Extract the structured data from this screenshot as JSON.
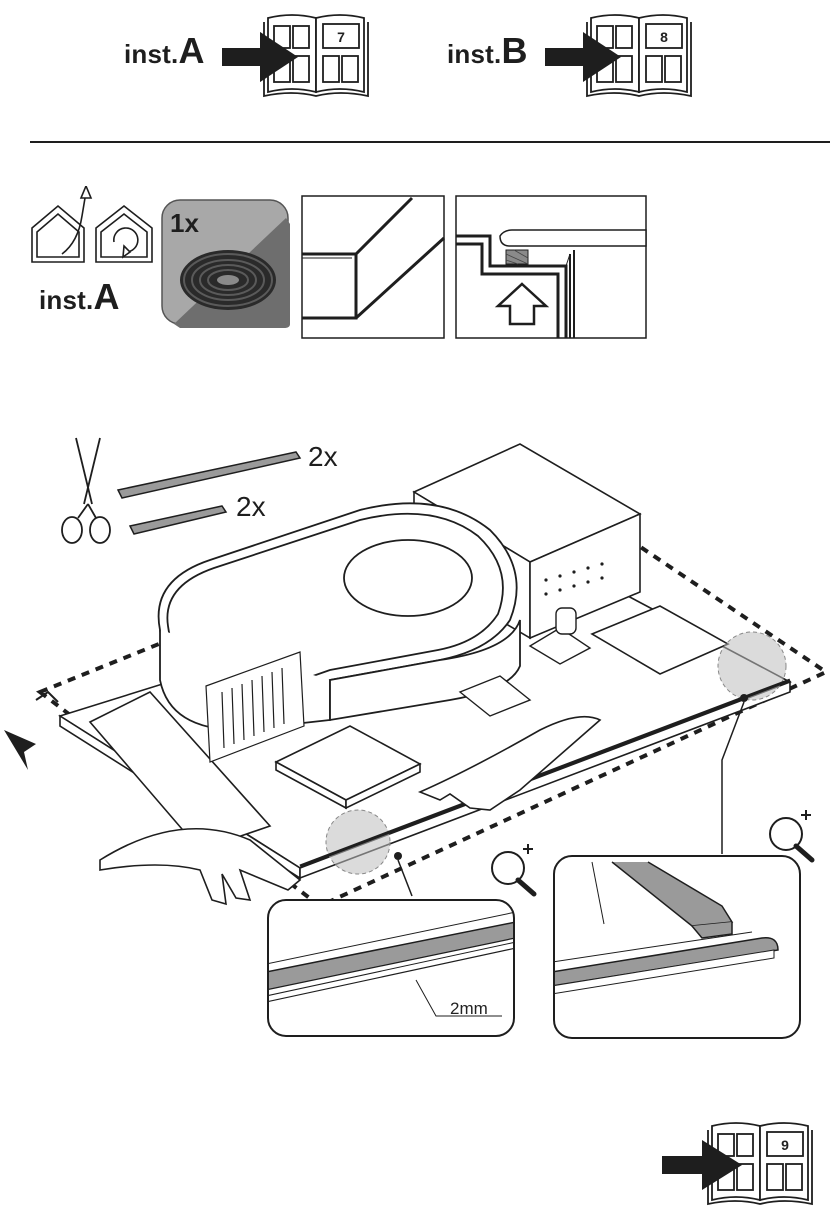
{
  "header": {
    "inst_a": {
      "prefix": "inst.",
      "letter": "A",
      "page": "7"
    },
    "inst_b": {
      "prefix": "inst.",
      "letter": "B",
      "page": "8"
    }
  },
  "step": {
    "inst_label": {
      "prefix": "inst.",
      "letter": "A"
    },
    "quantity": "1x"
  },
  "cutting": {
    "long_strip_qty": "2x",
    "short_strip_qty": "2x"
  },
  "detail": {
    "gap_label": "2mm"
  },
  "footer": {
    "next_page": "9"
  },
  "colors": {
    "ink": "#1e1e1e",
    "seal_grey": "#9a9a9a",
    "panel_grey": "#a8a8a8",
    "zoom_grey": "#bdbdbd"
  },
  "icons": [
    "manual-book-icon",
    "arrow-right-icon",
    "exhaust-mode-icon",
    "recirculation-mode-icon",
    "seal-roll-icon",
    "scissors-icon",
    "magnifier-plus-icon"
  ]
}
